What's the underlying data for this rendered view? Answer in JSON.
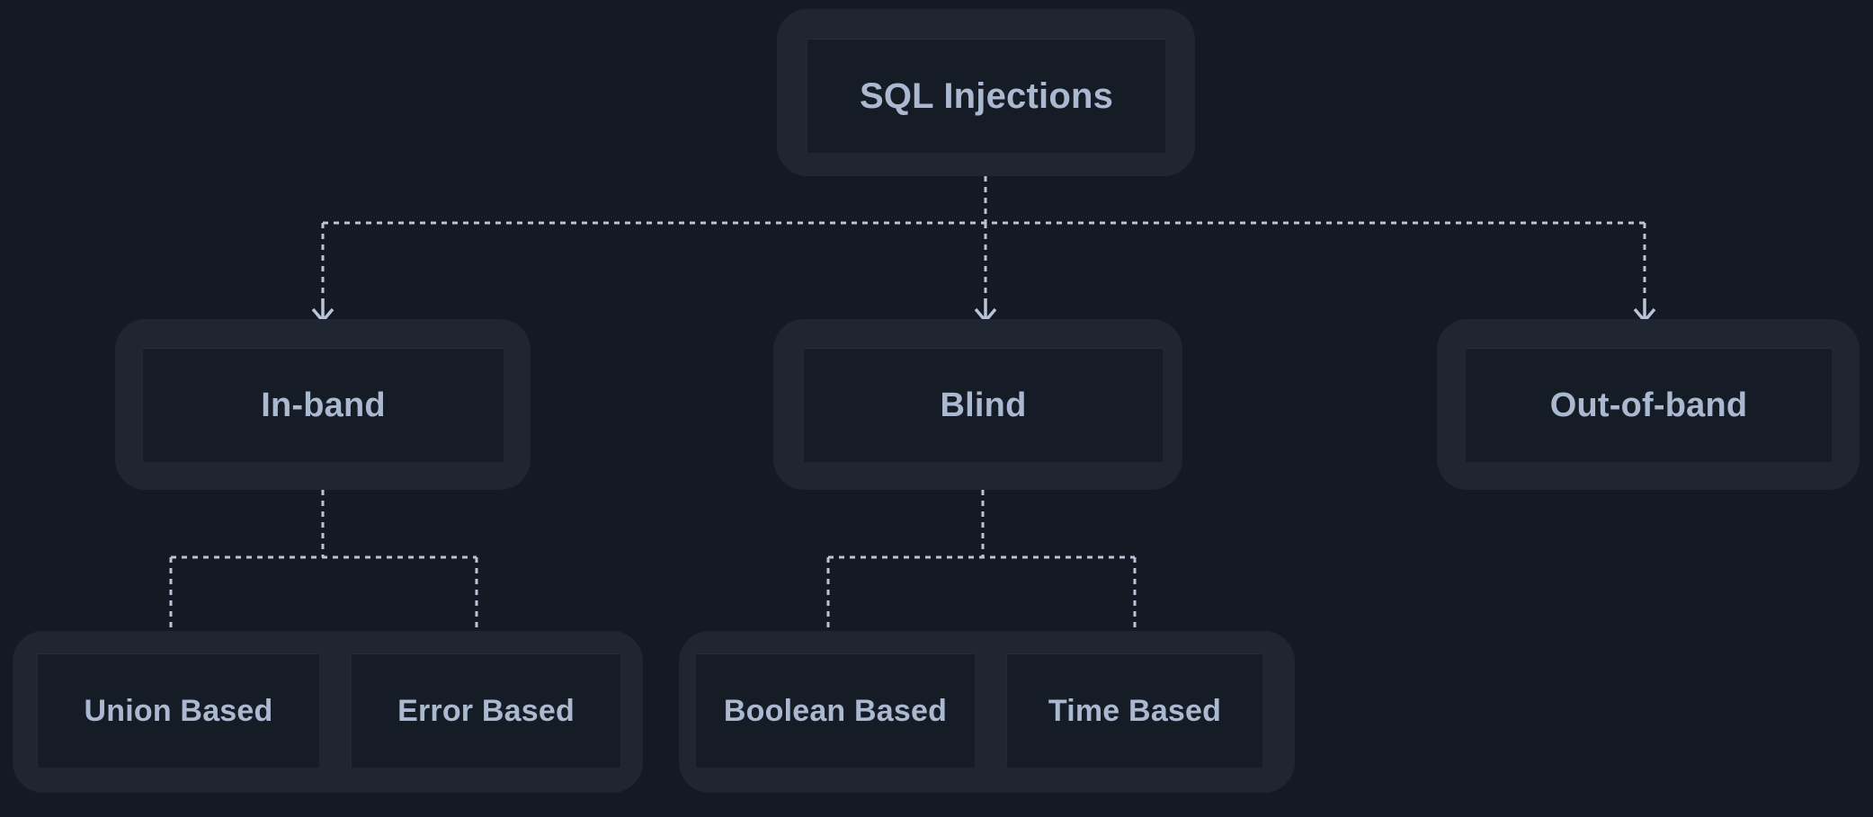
{
  "diagram": {
    "title": "SQL Injections",
    "background_color": "#141923",
    "node_fill": "#1f2531",
    "node_inner_fill": "#161c26",
    "text_color": "#aab8d0",
    "edge_color": "#b8c4d8",
    "edge_style": "dashed",
    "arrowhead": "v-chevron",
    "orientation": "top-down"
  },
  "nodes": {
    "root": {
      "label": "SQL Injections"
    },
    "level2": [
      {
        "label": "In-band"
      },
      {
        "label": "Blind"
      },
      {
        "label": "Out-of-band"
      }
    ],
    "level3_groups": [
      {
        "parent": "In-band",
        "children": [
          {
            "label": "Union Based"
          },
          {
            "label": "Error Based"
          }
        ]
      },
      {
        "parent": "Blind",
        "children": [
          {
            "label": "Boolean Based"
          },
          {
            "label": "Time Based"
          }
        ]
      }
    ]
  },
  "edges": [
    {
      "from": "SQL Injections",
      "to": "In-band"
    },
    {
      "from": "SQL Injections",
      "to": "Blind"
    },
    {
      "from": "SQL Injections",
      "to": "Out-of-band"
    },
    {
      "from": "In-band",
      "to": "Union Based"
    },
    {
      "from": "In-band",
      "to": "Error Based"
    },
    {
      "from": "Blind",
      "to": "Boolean Based"
    },
    {
      "from": "Blind",
      "to": "Time Based"
    }
  ]
}
